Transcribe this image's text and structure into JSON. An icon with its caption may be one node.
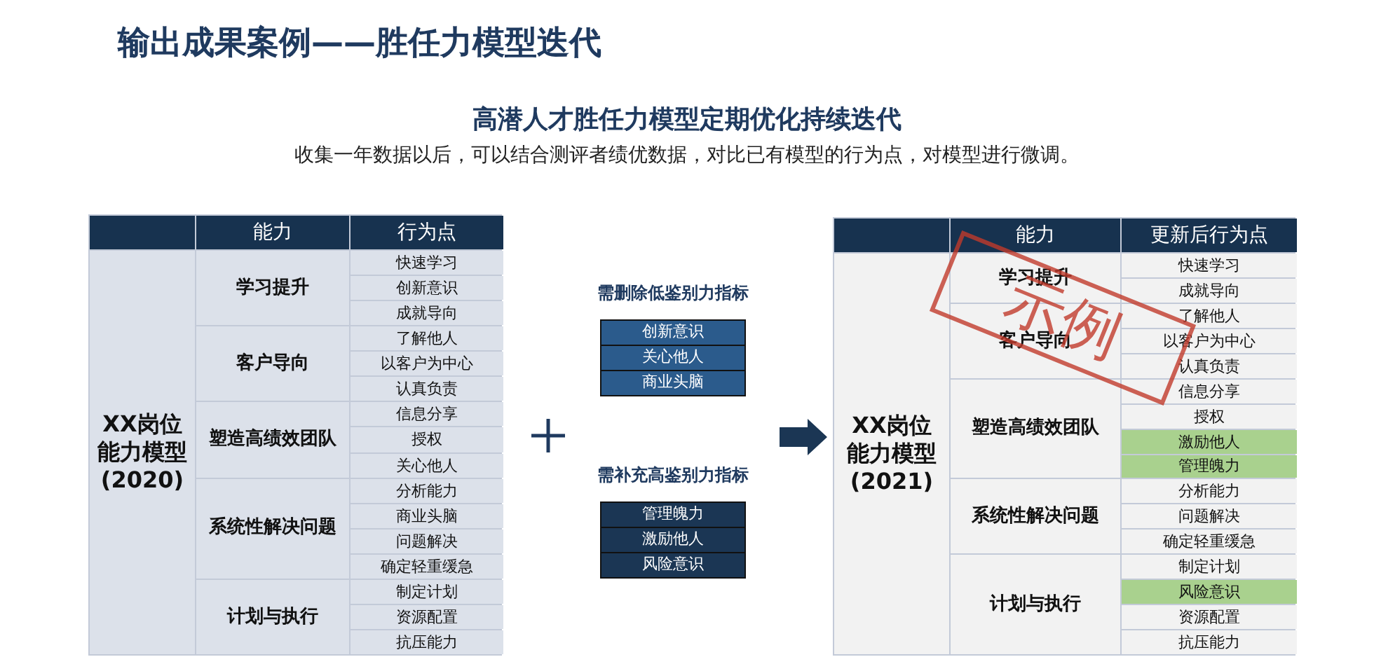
{
  "diagram": {
    "title": "输出成果案例——胜任力模型迭代",
    "nodes": [
      {
        "text": [],
        "shape": "box"
      },
      {
        "text": [
          "需删除低鉴别力指标"
        ]
      },
      {
        "text": [
          "创新意识"
        ],
        "in": 1
      },
      {
        "text": [
          "关心他人"
        ],
        "in": 1
      },
      {
        "text": [
          "商业头脑"
        ],
        "in": 1
      },
      {
        "text": [
          "需补充高鉴别力指标"
        ]
      },
      {
        "text": [
          "管理魄力"
        ],
        "in": 5
      },
      {
        "text": [
          "激励他人"
        ],
        "in": 5
      },
      {
        "text": [
          "风险意识"
        ],
        "in": 5
      },
      {
        "text": [],
        "shape": "box"
      }
    ],
    "edges": [
      {
        "from": null,
        "to": 9,
        "arrow": "to",
        "style": "thick"
      }
    ],
    "labels": [
      "高潜人才胜任力模型定期优化持续迭代",
      "收集一年数据以后，可以结合测评者绩优数据，对比已有模型的行为点，对模型进行微调。",
      "能力",
      "行为点",
      "XX岗位能力模型(2020)",
      "学习提升",
      "快速学习",
      "创新意识",
      "成就导向",
      "客户导向",
      "了解他人",
      "以客户为中心",
      "认真负责",
      "塑造高绩效团队",
      "信息分享",
      "授权",
      "关心他人",
      "系统性解决问题",
      "分析能力",
      "商业头脑",
      "问题解决",
      "确定轻重缓急",
      "计划与执行",
      "制定计划",
      "资源配置",
      "抗压能力",
      "能力",
      "更新后行为点",
      "XX岗位能力模型(2021)",
      "学习提升",
      "快速学习",
      "成就导向",
      "客户导向",
      "了解他人",
      "以客户为中心",
      "认真负责",
      "塑造高绩效团队",
      "信息分享",
      "授权",
      "激励他人",
      "管理魄力",
      "系统性解决问题",
      "分析能力",
      "问题解决",
      "确定轻重缓急",
      "计划与执行",
      "制定计划",
      "风险意识",
      "资源配置",
      "抗压能力",
      "示例"
    ]
  }
}
